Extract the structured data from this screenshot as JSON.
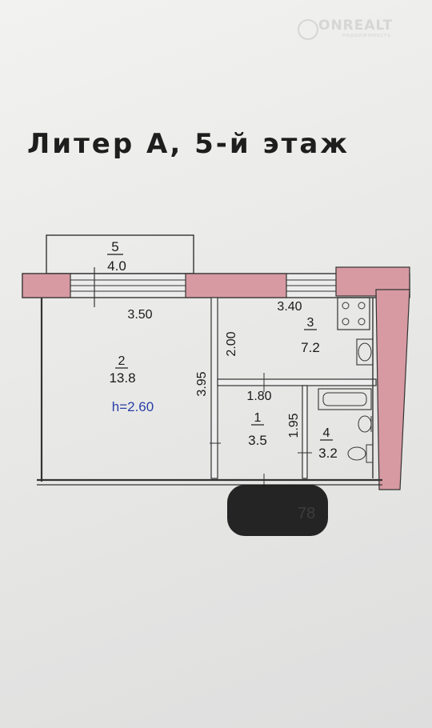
{
  "watermark": {
    "brand": "ONREALT",
    "tagline": "недвижимость"
  },
  "title": "Литер А, 5-й этаж",
  "rooms": [
    {
      "id": "5",
      "area": "4.0"
    },
    {
      "id": "2",
      "area": "13.8",
      "height": "h=2.60"
    },
    {
      "id": "3",
      "area": "7.2"
    },
    {
      "id": "1",
      "area": "3.5"
    },
    {
      "id": "4",
      "area": "3.2"
    }
  ],
  "dimensions": {
    "room2_width": "3.50",
    "room2_length": "3.95",
    "room3_width": "3.40",
    "room3_length": "2.00",
    "room1_width": "1.80",
    "room1_length": "1.95"
  },
  "apartment_number_tail": "78",
  "colors": {
    "wall_fill": "#d79aa2",
    "wall_stroke": "#333333",
    "height_text": "#2a3fa8"
  }
}
